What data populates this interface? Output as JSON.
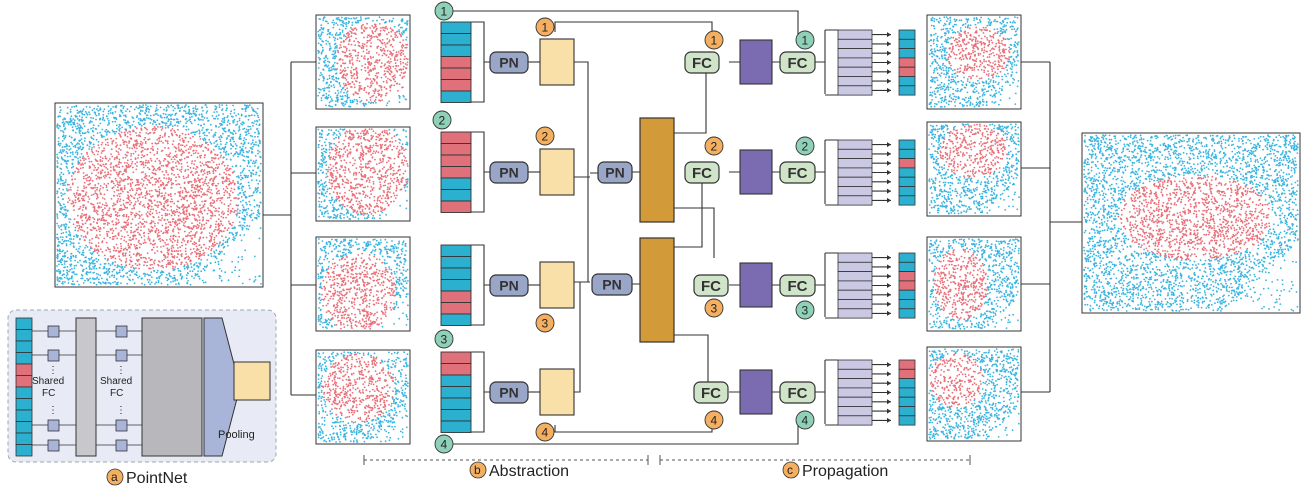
{
  "labels": {
    "pn": "PN",
    "fc": "FC",
    "shared_fc": [
      "Shared",
      "FC"
    ],
    "pooling": "Pooling",
    "vdots": "⋮"
  },
  "sections": [
    {
      "badge": "a",
      "name": "PointNet"
    },
    {
      "badge": "b",
      "name": "Abstraction"
    },
    {
      "badge": "c",
      "name": "Propagation"
    }
  ],
  "index_numbers": [
    "1",
    "2",
    "3",
    "4"
  ],
  "colors": {
    "teal": "#2bb0d0",
    "salmon": "#e0707a",
    "point_blue": "#3ab4e0",
    "point_red": "#e8707a",
    "pn_fill": "#9aa6c8",
    "fc_fill": "#cfe4c8",
    "feature_yellow": "#f8e0a8",
    "gold": "#d39a3a",
    "purple": "#7b6bb0",
    "lavender": "#cbc8e4",
    "green_badge": "#8fd0b8",
    "orange_badge": "#f4b060",
    "inset_bg": "#e8ebf5",
    "gray_block": "#b8b8bc"
  }
}
